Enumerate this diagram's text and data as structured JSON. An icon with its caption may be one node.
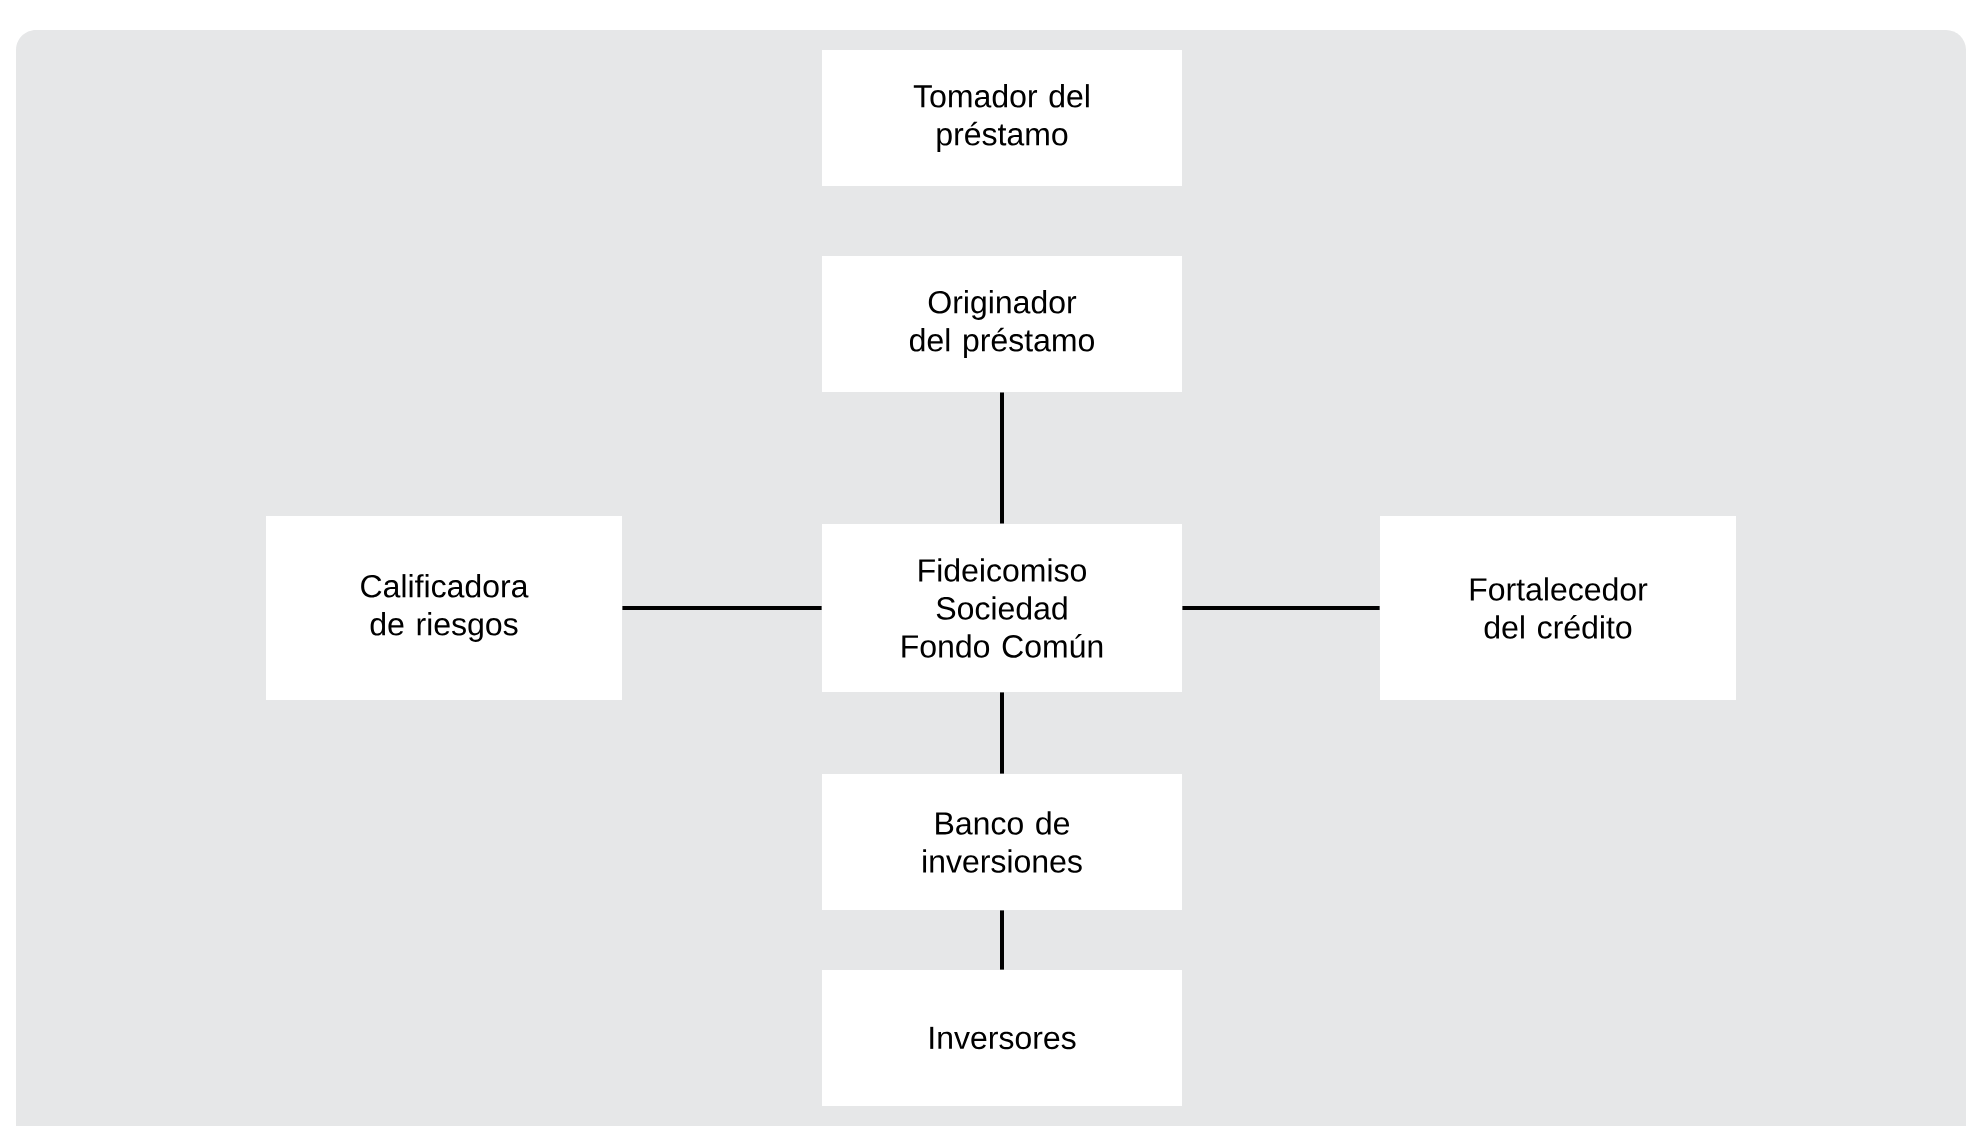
{
  "diagram": {
    "nodes": [
      {
        "text": [
          "Tomador del préstamo"
        ]
      },
      {
        "text": [
          "Originador del préstamo"
        ]
      },
      {
        "text": [
          "Calificadora de riesgos"
        ]
      },
      {
        "text": [
          "Fideicomiso Sociedad Fondo Común"
        ]
      },
      {
        "text": [
          "Fortalecedor del crédito"
        ]
      },
      {
        "text": [
          "Banco de inversiones"
        ]
      },
      {
        "text": [
          "Inversores"
        ]
      }
    ],
    "edges": [
      {
        "from": 1,
        "to": 3,
        "arrow": "none"
      },
      {
        "from": 2,
        "to": 3,
        "arrow": "none"
      },
      {
        "from": 3,
        "to": 4,
        "arrow": "none"
      },
      {
        "from": 3,
        "to": 5,
        "arrow": "none"
      },
      {
        "from": 5,
        "to": 6,
        "arrow": "none"
      }
    ]
  }
}
